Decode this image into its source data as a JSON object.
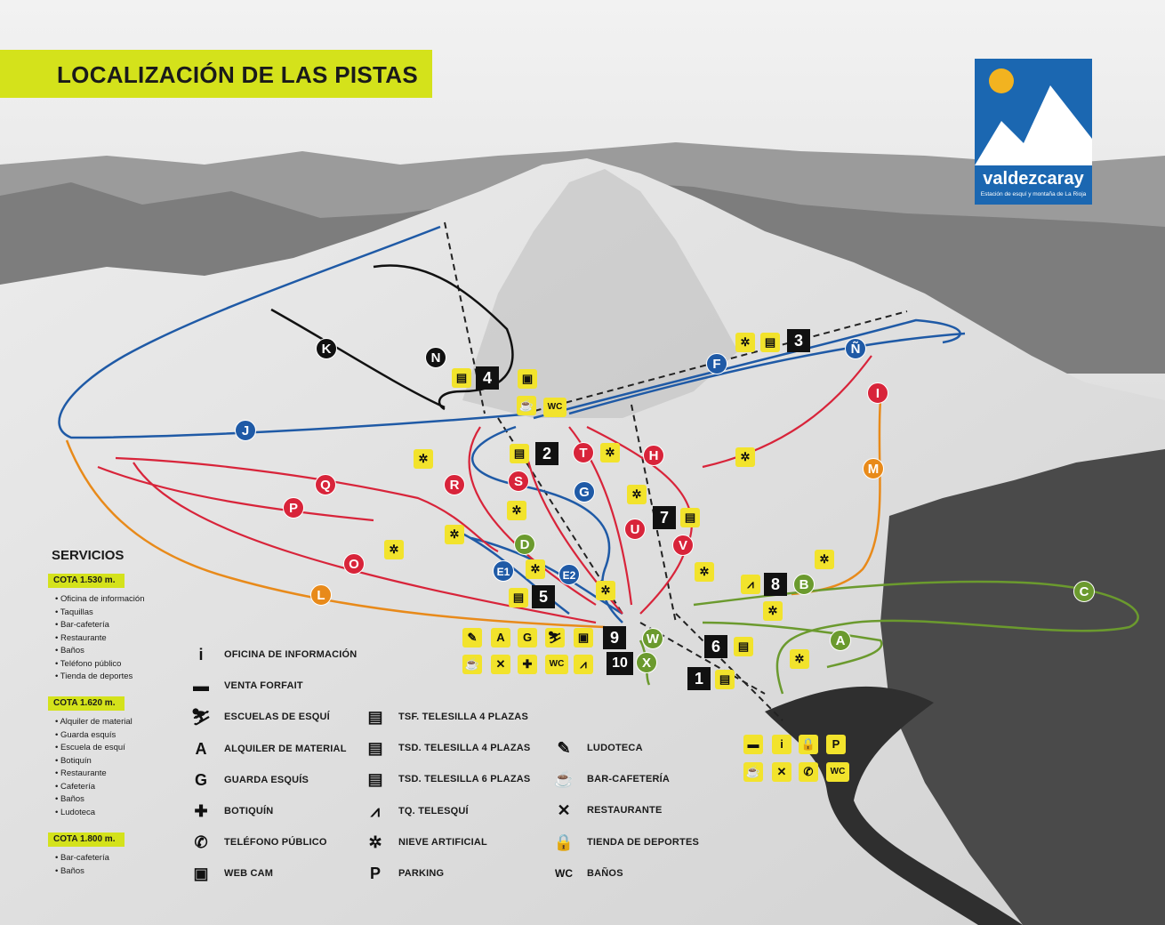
{
  "title": "LOCALIZACIÓN DE LAS PISTAS",
  "logo": {
    "name": "valdezcaray",
    "tagline": "Estación de esquí y montaña de La Rioja"
  },
  "colors": {
    "accent": "#d4e21b",
    "icon_yellow": "#f2e32c",
    "blue": "#1f5aa6",
    "red": "#d8243a",
    "orange": "#e88a1a",
    "black": "#111111",
    "green": "#6b9a2e",
    "logo_blue": "#1b67b1"
  },
  "runs": [
    {
      "id": "J",
      "difficulty": "blue"
    },
    {
      "id": "F",
      "difficulty": "blue"
    },
    {
      "id": "Ñ",
      "difficulty": "blue"
    },
    {
      "id": "G",
      "difficulty": "blue"
    },
    {
      "id": "E1",
      "difficulty": "blue"
    },
    {
      "id": "E2",
      "difficulty": "blue"
    },
    {
      "id": "K",
      "difficulty": "black"
    },
    {
      "id": "N",
      "difficulty": "black"
    },
    {
      "id": "Q",
      "difficulty": "red"
    },
    {
      "id": "P",
      "difficulty": "red"
    },
    {
      "id": "O",
      "difficulty": "red"
    },
    {
      "id": "R",
      "difficulty": "red"
    },
    {
      "id": "S",
      "difficulty": "red"
    },
    {
      "id": "T",
      "difficulty": "red"
    },
    {
      "id": "H",
      "difficulty": "red"
    },
    {
      "id": "U",
      "difficulty": "red"
    },
    {
      "id": "V",
      "difficulty": "red"
    },
    {
      "id": "I",
      "difficulty": "red"
    },
    {
      "id": "L",
      "difficulty": "orange"
    },
    {
      "id": "M",
      "difficulty": "orange"
    },
    {
      "id": "D",
      "difficulty": "green"
    },
    {
      "id": "W",
      "difficulty": "green"
    },
    {
      "id": "X",
      "difficulty": "green"
    },
    {
      "id": "B",
      "difficulty": "green"
    },
    {
      "id": "A",
      "difficulty": "green"
    },
    {
      "id": "C",
      "difficulty": "green"
    }
  ],
  "lifts": [
    "1",
    "2",
    "3",
    "4",
    "5",
    "6",
    "7",
    "8",
    "9",
    "10"
  ],
  "servicios": {
    "title": "SERVICIOS",
    "cotas": [
      {
        "label": "COTA 1.530 m.",
        "items": [
          "• Oficina de información",
          "• Taquillas",
          "• Bar-cafetería",
          "• Restaurante",
          "• Baños",
          "• Teléfono público",
          "• Tienda de deportes"
        ]
      },
      {
        "label": "COTA 1.620 m.",
        "items": [
          "• Alquiler de material",
          "• Guarda esquís",
          "• Escuela de esquí",
          "• Botiquín",
          "• Restaurante",
          "• Cafetería",
          "• Baños",
          "• Ludoteca"
        ]
      },
      {
        "label": "COTA 1.800 m.",
        "items": [
          "• Bar-cafetería",
          "• Baños"
        ]
      }
    ]
  },
  "legend": [
    {
      "icon": "info-icon",
      "glyph": "i",
      "label": "OFICINA DE INFORMACIÓN"
    },
    {
      "icon": "ticket-icon",
      "glyph": "▬",
      "label": "VENTA FORFAIT"
    },
    {
      "icon": "skier-icon",
      "glyph": "⛷",
      "label": "ESCUELAS DE ESQUÍ"
    },
    {
      "icon": "rental-icon",
      "glyph": "A",
      "label": "ALQUILER DE MATERIAL"
    },
    {
      "icon": "ski-storage-icon",
      "glyph": "G",
      "label": "GUARDA ESQUÍS"
    },
    {
      "icon": "first-aid-icon",
      "glyph": "✚",
      "label": "BOTIQUÍN"
    },
    {
      "icon": "phone-icon",
      "glyph": "✆",
      "label": "TELÉFONO PÚBLICO"
    },
    {
      "icon": "webcam-icon",
      "glyph": "▣",
      "label": "WEB CAM"
    },
    {
      "icon": "chairlift-4-icon",
      "glyph": "▤",
      "label": "TSF. TELESILLA 4 PLAZAS"
    },
    {
      "icon": "chairlift-4d-icon",
      "glyph": "▤",
      "label": "TSD. TELESILLA 4 PLAZAS"
    },
    {
      "icon": "chairlift-6d-icon",
      "glyph": "▤",
      "label": "TSD. TELESILLA 6 PLAZAS"
    },
    {
      "icon": "tow-lift-icon",
      "glyph": "⩘",
      "label": "TQ. TELESQUÍ"
    },
    {
      "icon": "snowflake-icon",
      "glyph": "✲",
      "label": "NIEVE ARTIFICIAL"
    },
    {
      "icon": "parking-icon",
      "glyph": "P",
      "label": "PARKING"
    },
    {
      "icon": "ludoteca-icon",
      "glyph": "✎",
      "label": "LUDOTECA"
    },
    {
      "icon": "cafe-icon",
      "glyph": "☕",
      "label": "BAR-CAFETERÍA"
    },
    {
      "icon": "restaurant-icon",
      "glyph": "✕",
      "label": "RESTAURANTE"
    },
    {
      "icon": "shop-icon",
      "glyph": "🔒",
      "label": "TIENDA DE DEPORTES"
    },
    {
      "icon": "wc-icon",
      "glyph": "WC",
      "label": "BAÑOS"
    }
  ],
  "map_icons": {
    "wc": "WC",
    "a": "A",
    "g": "G",
    "p": "P",
    "i": "i"
  }
}
